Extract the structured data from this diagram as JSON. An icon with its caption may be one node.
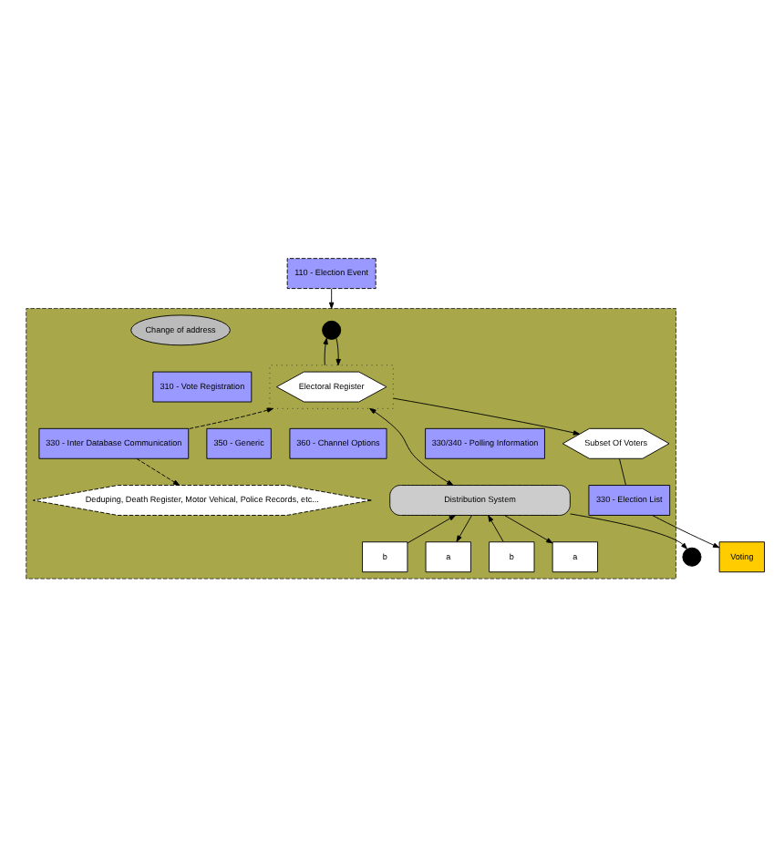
{
  "diagram": {
    "nodes": [
      {
        "text": [
          "110 - Election Event"
        ]
      },
      {
        "text": [],
        "shape": "box"
      },
      {
        "text": [],
        "shape": "person",
        "in": 1
      },
      {
        "text": [
          "Change of address"
        ],
        "in": 1
      },
      {
        "text": [
          "310 - Vote Registration"
        ],
        "in": 1
      },
      {
        "text": [],
        "shape": "box",
        "in": 1
      },
      {
        "text": [
          "Electoral Register"
        ],
        "in": 5
      },
      {
        "text": [
          "330 - Inter Database Communication"
        ],
        "in": 1
      },
      {
        "text": [
          "Deduping, Death Register, Motor Vehical, Police Records, etc..."
        ],
        "in": 1
      },
      {
        "text": [
          "Subset Of Voters"
        ],
        "in": 1
      },
      {
        "text": [
          "330 - Election List"
        ],
        "in": 1
      },
      {
        "text": [
          "330/340 - Polling Information"
        ],
        "in": 1
      },
      {
        "text": [
          "350 - Generic"
        ],
        "in": 1
      },
      {
        "text": [
          "360 - Channel Options"
        ],
        "in": 1
      },
      {
        "text": [
          "Distribution System"
        ],
        "in": 1
      },
      {
        "text": [
          "b"
        ],
        "in": 1
      },
      {
        "text": [
          "a"
        ],
        "in": 1
      },
      {
        "text": [
          "b"
        ],
        "in": 1
      },
      {
        "text": [
          "a"
        ],
        "in": 1
      },
      {
        "text": [
          "Voting"
        ]
      },
      {
        "text": [],
        "shape": "person"
      }
    ],
    "edges": [
      {
        "from": 0,
        "to": 1,
        "arrow": "to"
      },
      {
        "from": 5,
        "to": 2,
        "arrow": "to"
      },
      {
        "from": 2,
        "to": 5,
        "arrow": "to"
      },
      {
        "from": 7,
        "to": 5,
        "arrow": "to",
        "style": "dashed"
      },
      {
        "from": 7,
        "to": 8,
        "arrow": "to",
        "style": "dashed"
      },
      {
        "from": 5,
        "to": 9,
        "arrow": "to"
      },
      {
        "from": 9,
        "to": 10,
        "arrow": "none"
      },
      {
        "from": 10,
        "to": 19,
        "arrow": "to"
      },
      {
        "from": 5,
        "to": 14,
        "arrow": "both"
      },
      {
        "from": 15,
        "to": 14,
        "arrow": "to"
      },
      {
        "from": 14,
        "to": 16,
        "arrow": "to"
      },
      {
        "from": 17,
        "to": 14,
        "arrow": "to"
      },
      {
        "from": 14,
        "to": 18,
        "arrow": "to"
      },
      {
        "from": 14,
        "to": 20,
        "arrow": "to"
      }
    ]
  }
}
